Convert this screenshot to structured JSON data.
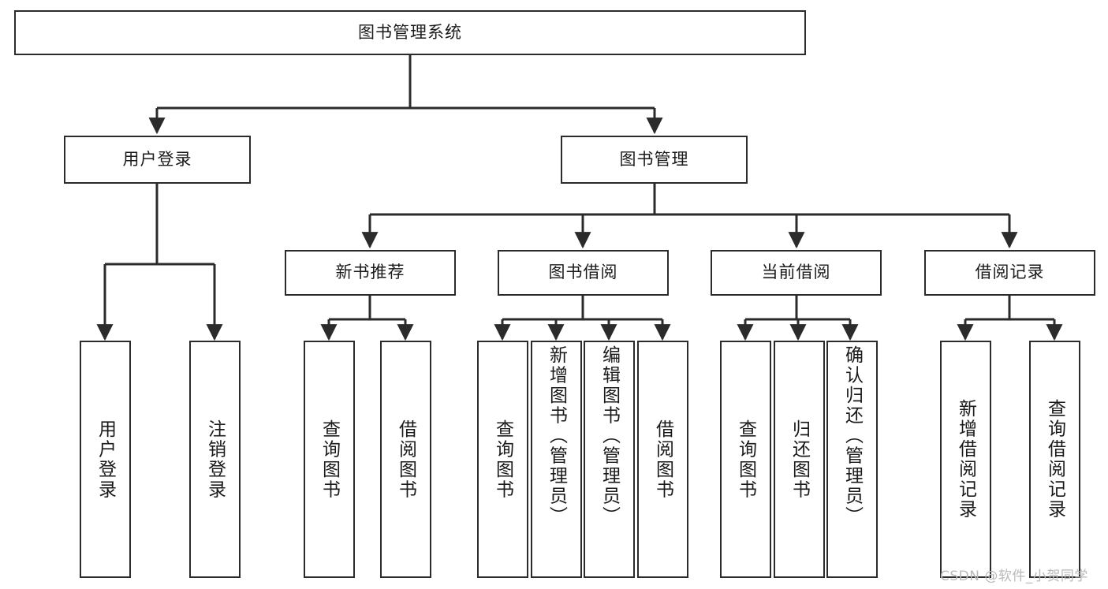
{
  "diagram": {
    "type": "tree-hierarchy",
    "title": "图书管理系统",
    "watermark": "CSDN @软件_小贺同学",
    "colors": {
      "stroke": "#2b2b2b",
      "fill": "#ffffff",
      "text": "#1a1a1a",
      "watermark": "#b9b9b9"
    },
    "nodes": {
      "root": {
        "label": "图书管理系统",
        "level": 1,
        "orientation": "horizontal"
      },
      "l2_user_login": {
        "label": "用户登录",
        "level": 2,
        "orientation": "horizontal"
      },
      "l2_book_manage": {
        "label": "图书管理",
        "level": 2,
        "orientation": "horizontal"
      },
      "l3_new_book_rec": {
        "label": "新书推荐",
        "level": 3,
        "orientation": "horizontal"
      },
      "l3_book_borrow": {
        "label": "图书借阅",
        "level": 3,
        "orientation": "horizontal"
      },
      "l3_current_borrow": {
        "label": "当前借阅",
        "level": 3,
        "orientation": "horizontal"
      },
      "l3_borrow_record": {
        "label": "借阅记录",
        "level": 3,
        "orientation": "horizontal"
      },
      "leaf_user_login": {
        "label": "用户登录",
        "level": 4,
        "orientation": "vertical"
      },
      "leaf_logout": {
        "label": "注销登录",
        "level": 4,
        "orientation": "vertical"
      },
      "leaf_rec_query": {
        "label": "查询图书",
        "level": 4,
        "orientation": "vertical"
      },
      "leaf_rec_borrow": {
        "label": "借阅图书",
        "level": 4,
        "orientation": "vertical"
      },
      "leaf_bb_query": {
        "label": "查询图书",
        "level": 4,
        "orientation": "vertical"
      },
      "leaf_bb_add": {
        "label": "新增图书（管理员）",
        "level": 4,
        "orientation": "vertical"
      },
      "leaf_bb_edit": {
        "label": "编辑图书（管理员）",
        "level": 4,
        "orientation": "vertical"
      },
      "leaf_bb_borrow": {
        "label": "借阅图书",
        "level": 4,
        "orientation": "vertical"
      },
      "leaf_cb_query": {
        "label": "查询图书",
        "level": 4,
        "orientation": "vertical"
      },
      "leaf_cb_return": {
        "label": "归还图书",
        "level": 4,
        "orientation": "vertical"
      },
      "leaf_cb_confirm": {
        "label": "确认归还（管理员）",
        "level": 4,
        "orientation": "vertical"
      },
      "leaf_br_add": {
        "label": "新增借阅记录",
        "level": 4,
        "orientation": "vertical"
      },
      "leaf_br_query": {
        "label": "查询借阅记录",
        "level": 4,
        "orientation": "vertical"
      }
    },
    "edges": [
      {
        "from": "root",
        "to": "l2_user_login"
      },
      {
        "from": "root",
        "to": "l2_book_manage"
      },
      {
        "from": "l2_user_login",
        "to": "leaf_user_login"
      },
      {
        "from": "l2_user_login",
        "to": "leaf_logout"
      },
      {
        "from": "l2_book_manage",
        "to": "l3_new_book_rec"
      },
      {
        "from": "l2_book_manage",
        "to": "l3_book_borrow"
      },
      {
        "from": "l2_book_manage",
        "to": "l3_current_borrow"
      },
      {
        "from": "l2_book_manage",
        "to": "l3_borrow_record"
      },
      {
        "from": "l3_new_book_rec",
        "to": "leaf_rec_query"
      },
      {
        "from": "l3_new_book_rec",
        "to": "leaf_rec_borrow"
      },
      {
        "from": "l3_book_borrow",
        "to": "leaf_bb_query"
      },
      {
        "from": "l3_book_borrow",
        "to": "leaf_bb_add"
      },
      {
        "from": "l3_book_borrow",
        "to": "leaf_bb_edit"
      },
      {
        "from": "l3_book_borrow",
        "to": "leaf_bb_borrow"
      },
      {
        "from": "l3_current_borrow",
        "to": "leaf_cb_query"
      },
      {
        "from": "l3_current_borrow",
        "to": "leaf_cb_return"
      },
      {
        "from": "l3_current_borrow",
        "to": "leaf_cb_confirm"
      },
      {
        "from": "l3_borrow_record",
        "to": "leaf_br_add"
      },
      {
        "from": "l3_borrow_record",
        "to": "leaf_br_query"
      }
    ]
  }
}
